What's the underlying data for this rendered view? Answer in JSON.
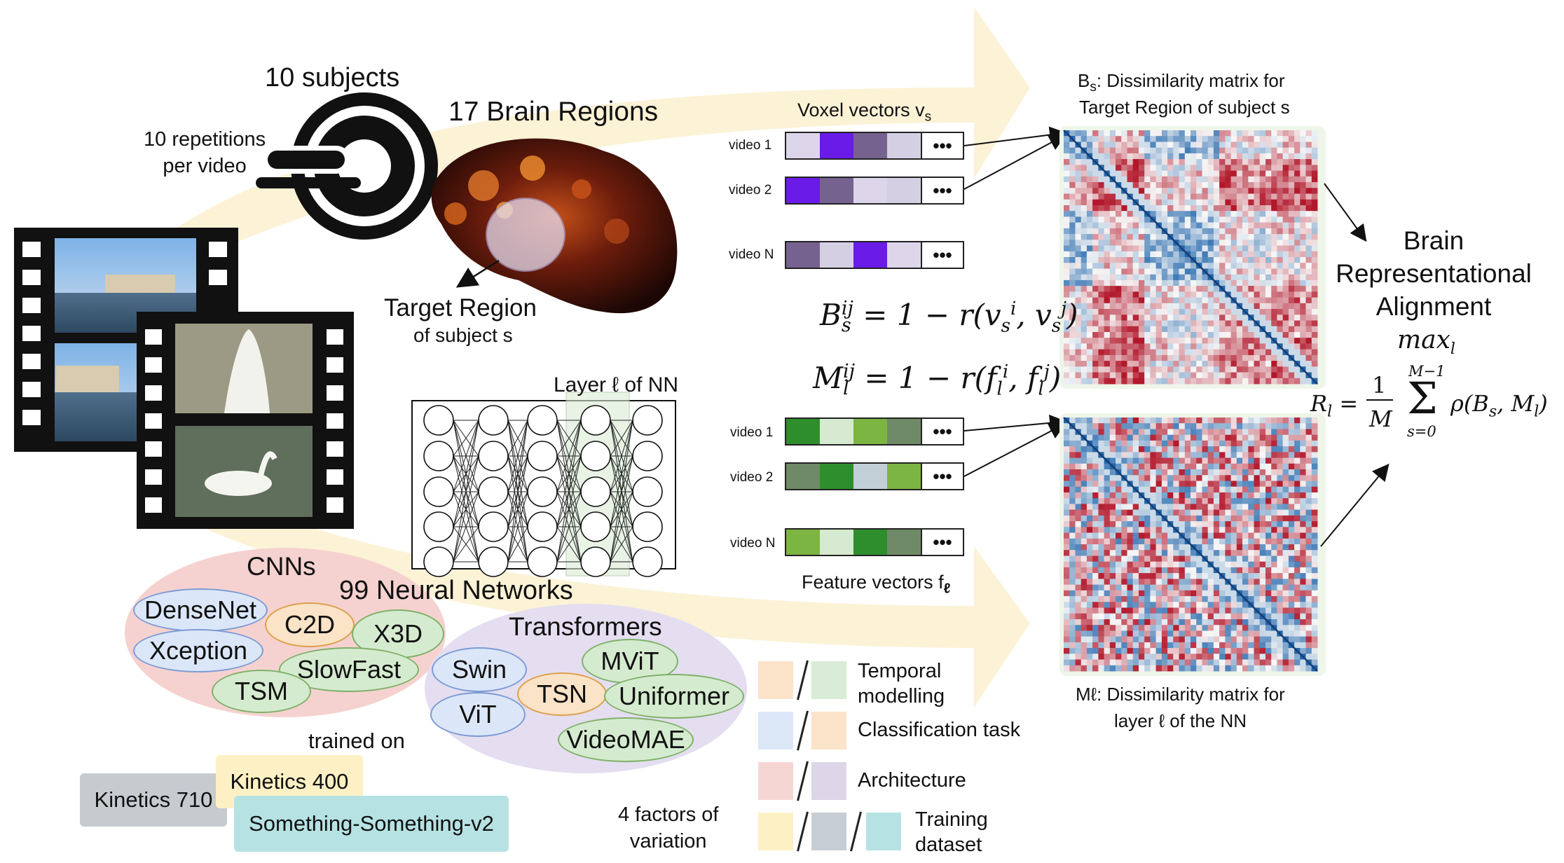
{
  "subjects": {
    "title": "10 subjects",
    "repetitions": "10 repetitions\nper video"
  },
  "brain": {
    "title": "17 Brain Regions",
    "target_label": "Target Region",
    "target_sub": "of subject s"
  },
  "voxel": {
    "title_main": "Voxel vectors v",
    "title_sub": "s",
    "rows": [
      {
        "label": "video 1",
        "colors": [
          "#ddd5ea",
          "#6a1be8",
          "#76628f",
          "#d4cfe3"
        ]
      },
      {
        "label": "video 2",
        "colors": [
          "#6a1be8",
          "#76628f",
          "#ddd5ea",
          "#d4cfe3"
        ]
      },
      {
        "label": "video N",
        "colors": [
          "#76628f",
          "#d4cfe3",
          "#6a1be8",
          "#ddd5ea"
        ]
      }
    ],
    "dots": "•••"
  },
  "feature": {
    "title_main": "Feature vectors f",
    "title_sub": "ℓ",
    "rows": [
      {
        "label": "video 1",
        "colors": [
          "#2f8e2c",
          "#d5ead0",
          "#7cb542",
          "#6f8a66"
        ]
      },
      {
        "label": "video 2",
        "colors": [
          "#6f8a66",
          "#2f8e2c",
          "#c3cfd6",
          "#7cb542"
        ]
      },
      {
        "label": "video N",
        "colors": [
          "#7cb542",
          "#d5ead0",
          "#2f8e2c",
          "#6f8a66"
        ]
      }
    ]
  },
  "equations": {
    "bs": "Bsij = 1 − r(vsi, vsj)",
    "ml": "Mlij = 1 − r(fli, flj)"
  },
  "bs_matrix": {
    "title_line1": "B",
    "title_sub": "s",
    "title_rest": ": Dissimilarity matrix for",
    "title_line2": "Target Region of subject s"
  },
  "ml_matrix": {
    "title_line1": "Mℓ: Dissimilarity matrix for",
    "title_line2": "layer ℓ of the NN"
  },
  "alignment": {
    "title": "Brain\nRepresentational\nAlignment",
    "max": "max",
    "max_sub": "l",
    "formula": "Rl = (1/M) Σ ρ(Bs, Ml)"
  },
  "nn": {
    "layer_label": "Layer ℓ of NN",
    "count": "99 Neural Networks"
  },
  "cnns": {
    "title": "CNNs",
    "models": [
      "DenseNet",
      "C2D",
      "X3D",
      "Xception",
      "SlowFast",
      "TSM"
    ]
  },
  "transformers": {
    "title": "Transformers",
    "models": [
      "Swin",
      "MViT",
      "TSN",
      "Uniformer",
      "ViT",
      "VideoMAE"
    ]
  },
  "training": {
    "label": "trained on",
    "datasets": [
      "Kinetics 710",
      "Kinetics 400",
      "Something-Something-v2"
    ]
  },
  "legend": {
    "title": "4 factors of\nvariation",
    "items": [
      "Temporal\nmodelling",
      "Classification task",
      "Architecture",
      "Training\ndataset"
    ],
    "colors": {
      "temporal": [
        "#fbe3c9",
        "#d9ecd5"
      ],
      "classification": [
        "#dce8f8",
        "#fbe3c9"
      ],
      "architecture": [
        "#f6d6d3",
        "#dcd6e8"
      ],
      "training": [
        "#fdf0c4",
        "#c7cdd4",
        "#b6e2e3"
      ]
    }
  },
  "colors": {
    "arrow_fill": "#fcf1d4",
    "rdm_red": "#b2182b",
    "rdm_blue": "#2166ac"
  }
}
